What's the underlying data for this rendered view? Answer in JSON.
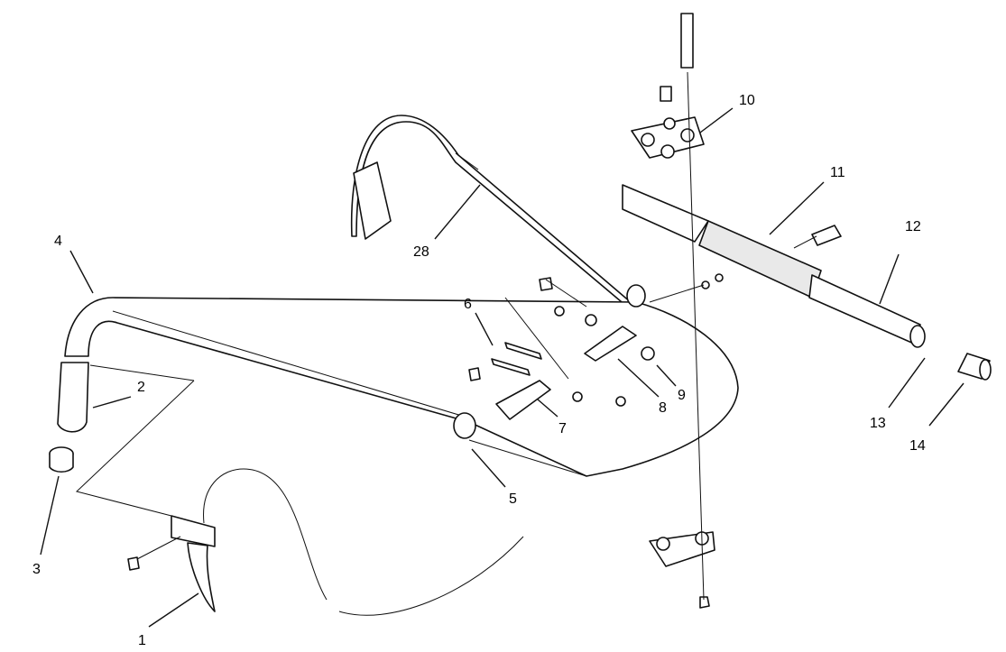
{
  "callouts": {
    "c1": "1",
    "c2": "2",
    "c3": "3",
    "c4": "4",
    "c5": "5",
    "c6": "6",
    "c7": "7",
    "c8": "8",
    "c9": "9",
    "c10": "10",
    "c11": "11",
    "c12": "12",
    "c13": "13",
    "c14": "14",
    "c28": "28"
  },
  "colors": {
    "line": "#111111",
    "background": "#ffffff",
    "shade": "#e9e9e9"
  }
}
